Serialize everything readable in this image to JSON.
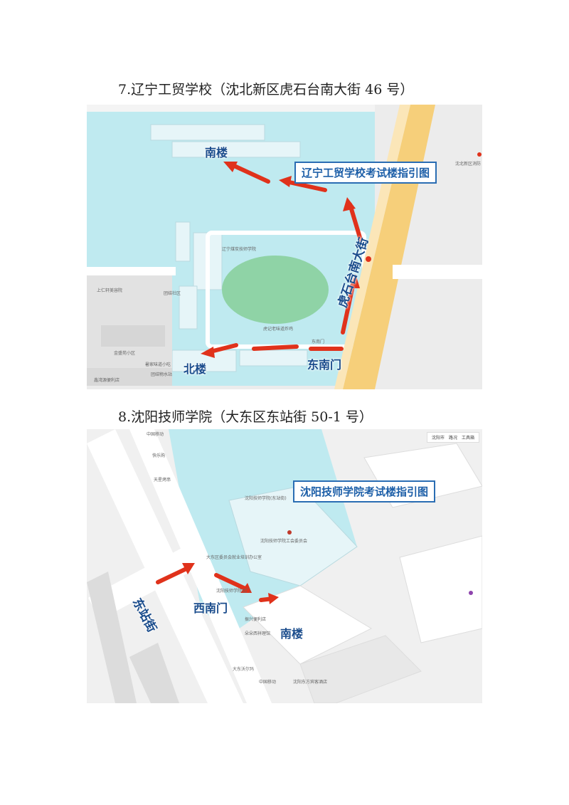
{
  "section1": {
    "heading": "7.辽宁工贸学校（沈北新区虎石台南大街 46 号）",
    "guide_title": "辽宁工贸学校考试楼指引图",
    "labels": {
      "south_building": "南楼",
      "north_building": "北楼",
      "southeast_gate": "东南门",
      "street": "虎石台南大街"
    },
    "poi": [
      "辽宁煤炭技师学院",
      "团结社区",
      "东南门",
      "金盛苑小区",
      "上仁轩美容院",
      "虎记老味道炸鸡",
      "暑家味道小吃",
      "鑫湾源便利店",
      "团结物水站",
      "沈北新区消防"
    ]
  },
  "section2": {
    "heading": "8.沈阳技师学院（大东区东站街 50-1 号）",
    "guide_title": "沈阳技师学院考试楼指引图",
    "labels": {
      "south_building": "南楼",
      "southwest_gate": "西南门",
      "street": "东站街"
    },
    "toolbar": [
      "沈阳市",
      "路况",
      "工具箱"
    ],
    "poi": [
      "中国移动",
      "快乐购",
      "天星烤串",
      "沈阳技师学院(东站街)",
      "沈阳技师学院工会委员会",
      "大东区委员会就业培训办公室",
      "沈阳技师学院北门",
      "振兴便利店",
      "朵朵西祥理馆",
      "大东沃尔玛",
      "中国移动",
      "沈阳东方宾客酒店"
    ]
  }
}
